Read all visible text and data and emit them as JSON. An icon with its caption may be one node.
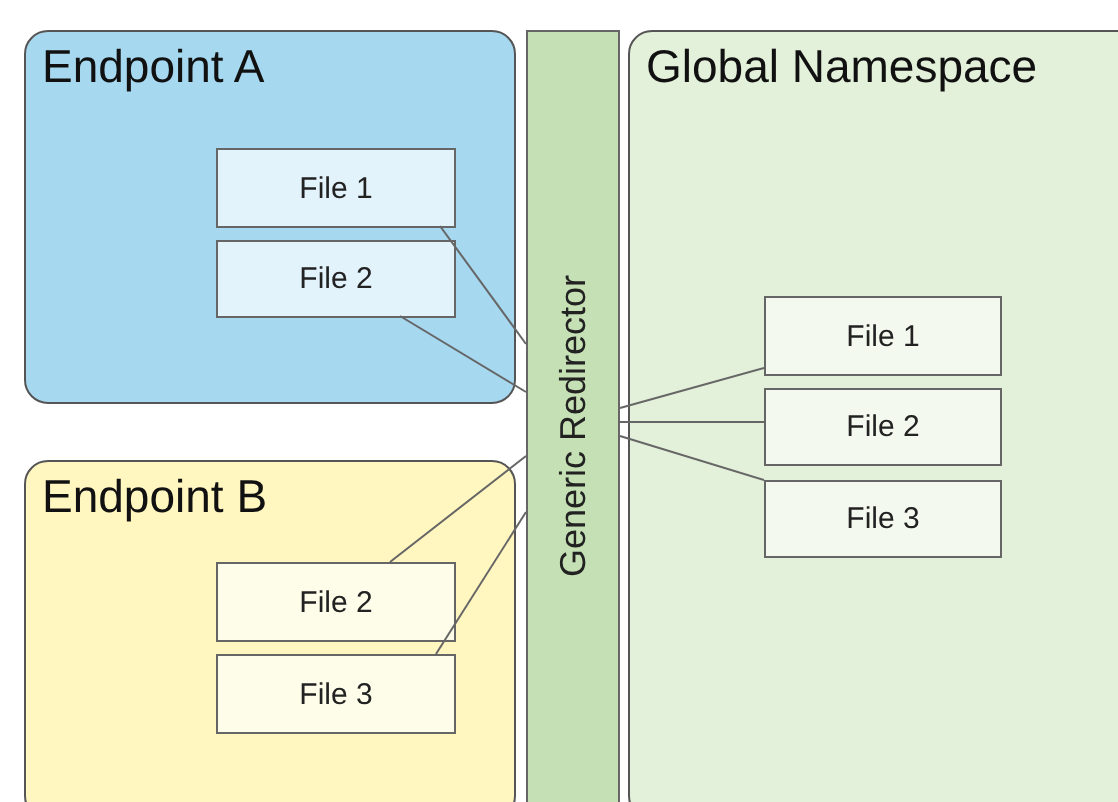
{
  "diagram": {
    "nodes": [
      {
        "text": [
          "Endpoint A"
        ]
      },
      {
        "text": [
          "File 1"
        ],
        "in": 0
      },
      {
        "text": [
          "File 2"
        ],
        "in": 0
      },
      {
        "text": [
          "Endpoint B"
        ]
      },
      {
        "text": [
          "File 2"
        ],
        "in": 3
      },
      {
        "text": [
          "File 3"
        ],
        "in": 3
      },
      {
        "text": [
          "Generic Redirector"
        ]
      },
      {
        "text": [
          "Global Namespace"
        ]
      },
      {
        "text": [
          "File 1"
        ],
        "in": 7
      },
      {
        "text": [
          "File 2"
        ],
        "in": 7
      },
      {
        "text": [
          "File 3"
        ],
        "in": 7
      }
    ],
    "edges": [
      {
        "from": 1,
        "to": 6,
        "arrow": "none"
      },
      {
        "from": 2,
        "to": 6,
        "arrow": "none"
      },
      {
        "from": 4,
        "to": 6,
        "arrow": "none"
      },
      {
        "from": 5,
        "to": 6,
        "arrow": "none"
      },
      {
        "from": 6,
        "to": 8,
        "arrow": "none"
      },
      {
        "from": 6,
        "to": 9,
        "arrow": "none"
      },
      {
        "from": 6,
        "to": 10,
        "arrow": "none"
      }
    ]
  }
}
